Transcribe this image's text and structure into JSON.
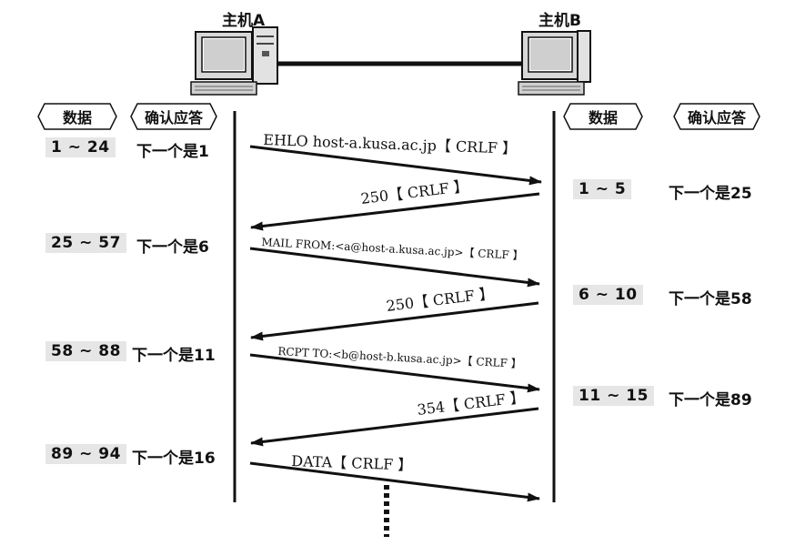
{
  "hosts": {
    "a": "主机A",
    "b": "主机B"
  },
  "columns": {
    "left": {
      "data": "数据",
      "ack": "确认应答"
    },
    "right": {
      "data": "数据",
      "ack": "确认应答"
    }
  },
  "rows_a": [
    {
      "range": "1 ~ 24",
      "ack": "下一个是1"
    },
    {
      "range": "25 ~ 57",
      "ack": "下一个是6"
    },
    {
      "range": "58 ~ 88",
      "ack": "下一个是11"
    },
    {
      "range": "89 ~ 94",
      "ack": "下一个是16"
    }
  ],
  "rows_b": [
    {
      "range": "1 ~ 5",
      "ack": "下一个是25"
    },
    {
      "range": "6 ~ 10",
      "ack": "下一个是58"
    },
    {
      "range": "11 ~ 15",
      "ack": "下一个是89"
    }
  ],
  "messages": [
    {
      "text": "EHLO host-a.kusa.ac.jp【 CRLF 】",
      "dir": "a-to-b"
    },
    {
      "text": "250【 CRLF 】",
      "dir": "b-to-a"
    },
    {
      "text": "MAIL FROM:<a@host-a.kusa.ac.jp>【 CRLF 】",
      "dir": "a-to-b"
    },
    {
      "text": "250【 CRLF 】",
      "dir": "b-to-a"
    },
    {
      "text": "RCPT TO:<b@host-b.kusa.ac.jp>【 CRLF 】",
      "dir": "a-to-b"
    },
    {
      "text": "354【 CRLF 】",
      "dir": "b-to-a"
    },
    {
      "text": "DATA【 CRLF 】",
      "dir": "a-to-b"
    }
  ]
}
